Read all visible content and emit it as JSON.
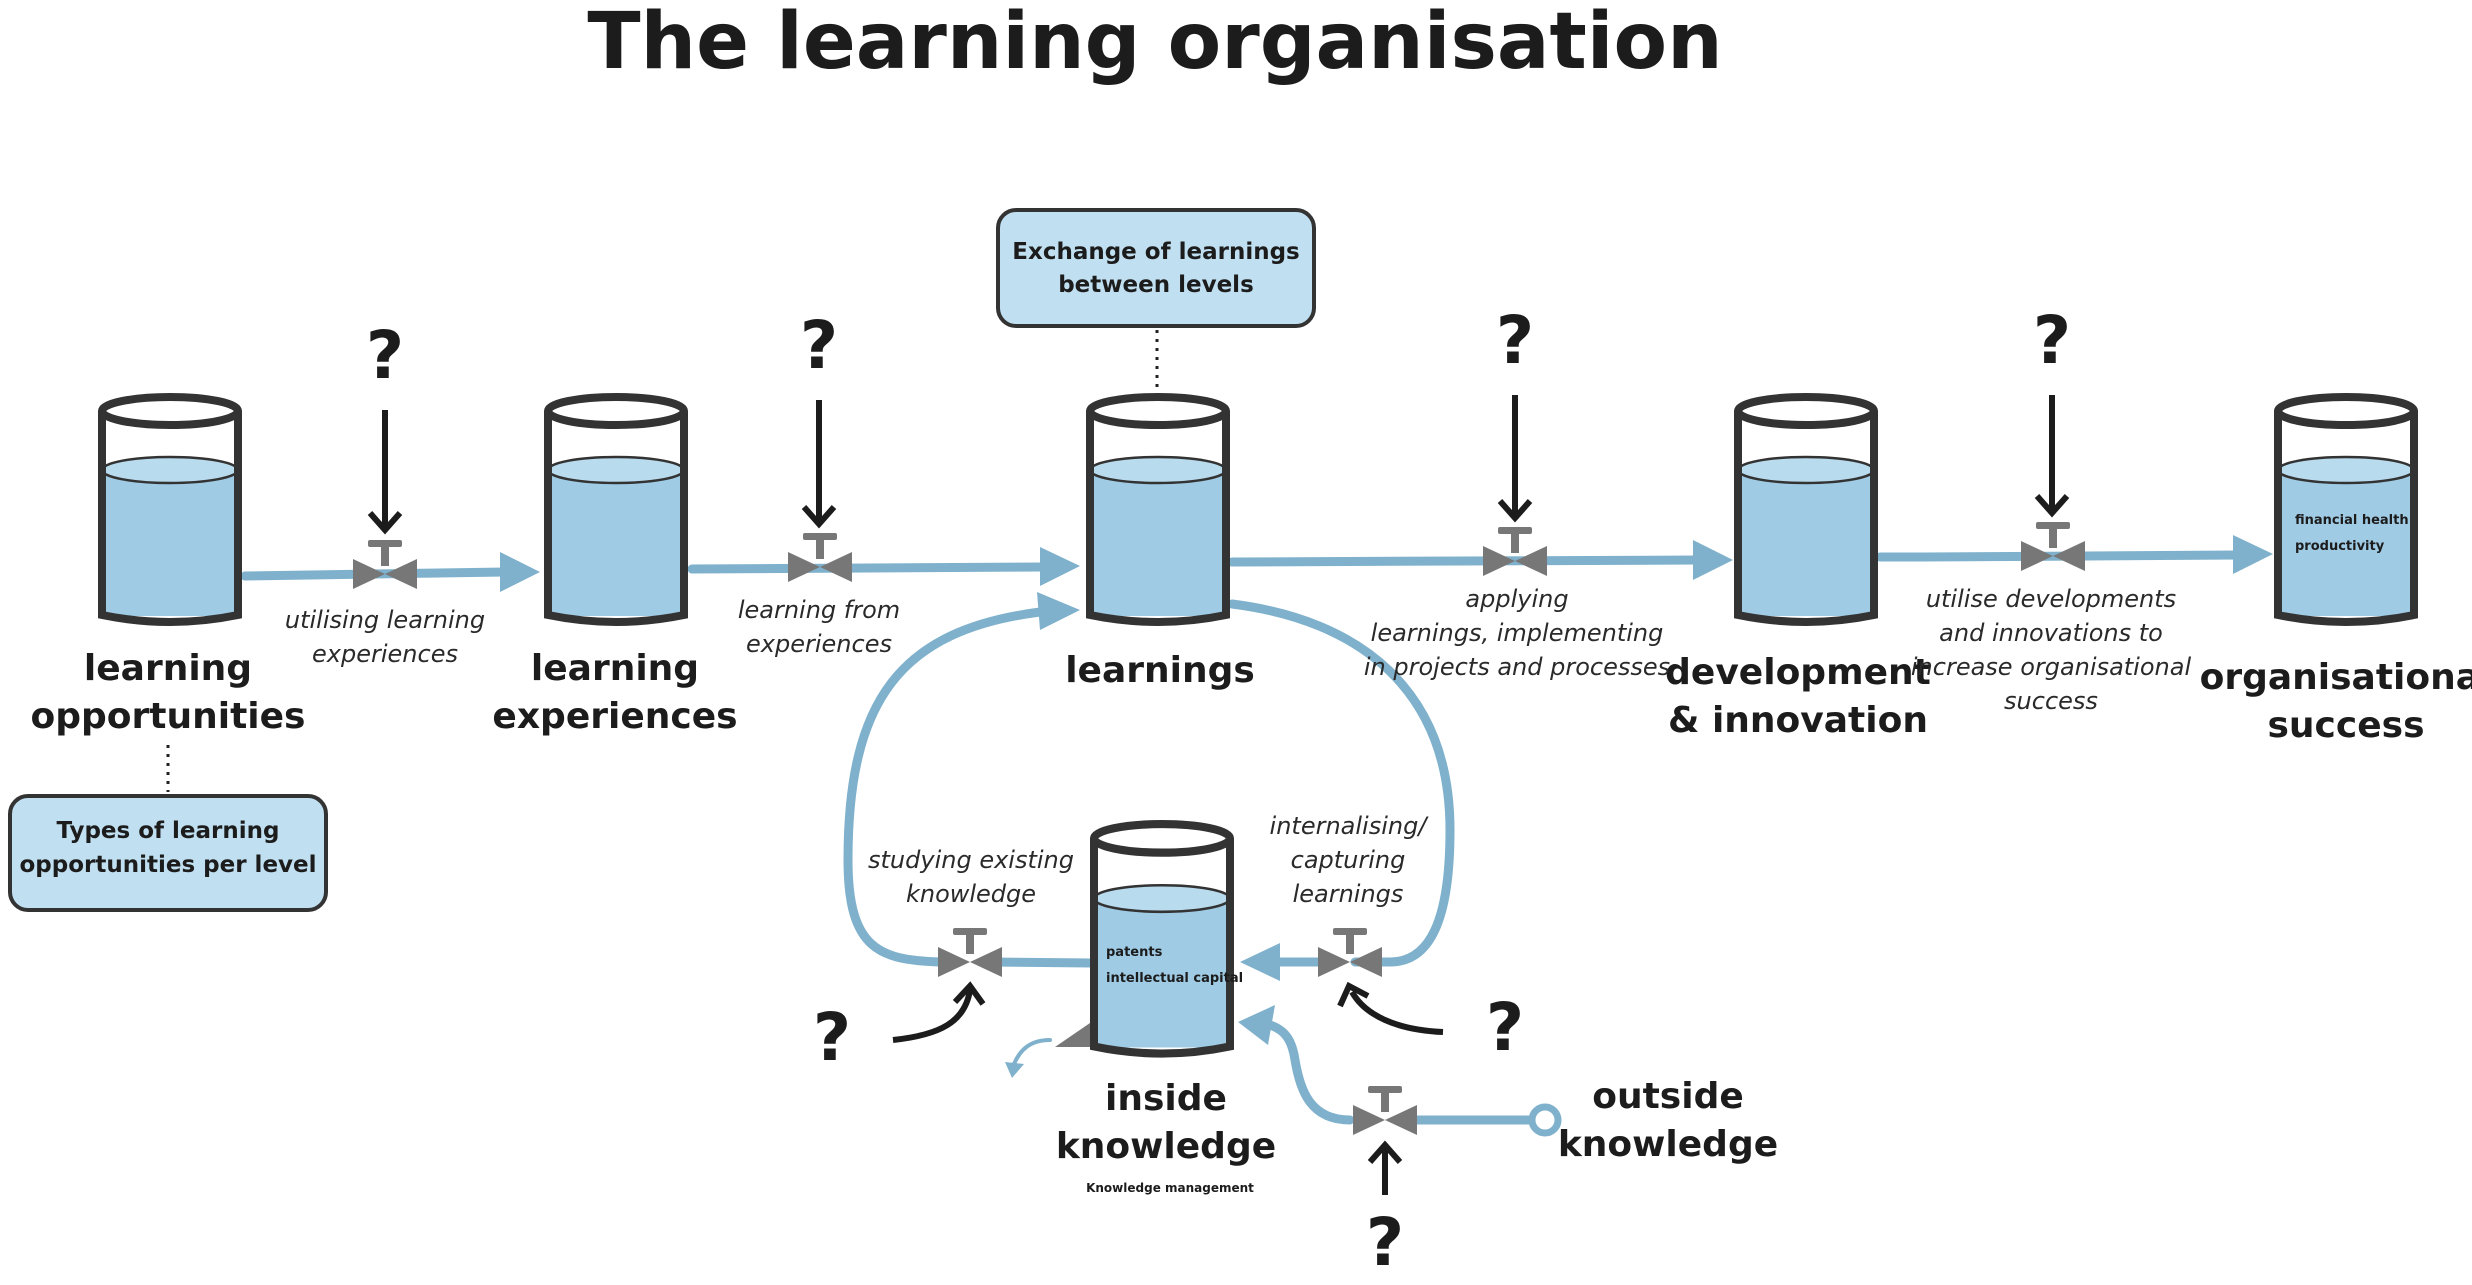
{
  "title": "The learning organisation",
  "nodes": {
    "learning_opportunities": [
      "learning",
      "opportunities"
    ],
    "learning_experiences": [
      "learning",
      "experiences"
    ],
    "learnings": [
      "learnings"
    ],
    "development_innovation": [
      "development",
      "& innovation"
    ],
    "organisational_success": [
      "organisational",
      "success"
    ],
    "inside_knowledge": [
      "inside",
      "knowledge"
    ],
    "outside_knowledge": [
      "outside",
      "knowledge"
    ]
  },
  "flows": {
    "utilising": [
      "utilising learning",
      "experiences"
    ],
    "learning_from": [
      "learning from",
      "experiences"
    ],
    "applying": [
      "applying",
      "learnings, implementing",
      "in projects and processes"
    ],
    "utilise_dev": [
      "utilise developments",
      "and innovations to",
      "increase organisational",
      "success"
    ],
    "studying": [
      "studying existing",
      "knowledge"
    ],
    "internalising": [
      "internalising/",
      "capturing",
      "learnings"
    ]
  },
  "boxes": {
    "exchange": [
      "Exchange of learnings",
      "between levels"
    ],
    "types": [
      "Types of learning",
      "opportunities per level"
    ]
  },
  "tank_contents": {
    "success": [
      "financial health",
      "productivity"
    ],
    "inside": [
      "patents",
      "intellectual capital"
    ]
  },
  "inside_sublabel": "Knowledge management",
  "question_mark": "?",
  "colors": {
    "flow": "#7fb1cc",
    "water": "#9fcbe5",
    "box_fill": "#c0dff0",
    "valve": "#777777",
    "outline": "#333333"
  }
}
